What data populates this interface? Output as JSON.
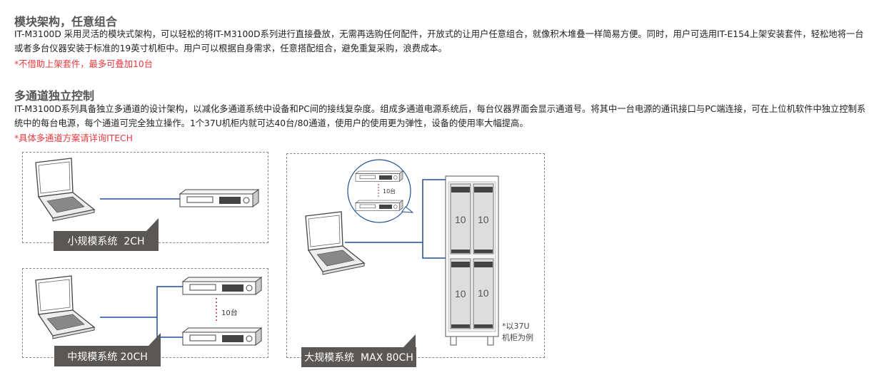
{
  "section1": {
    "title": "模块架构，任意组合",
    "body": "IT-M3100D 采用灵活的模块式架构，可以轻松的将IT-M3100D系列进行直接叠放，无需再选购任何配件，开放式的让用户任意组合，就像积木堆叠一样简易方便。同时，用户可选用IT-E154上架安装套件，轻松地将一台或者多台仪器安装于标准的19英寸机柜中。用户可以根据自身需求，任意搭配组合，避免重复采购，浪费成本。",
    "note": "*不借助上架套件，最多可叠加10台"
  },
  "section2": {
    "title": "多通道独立控制",
    "body": "IT-M3100D系列具备独立多通道的设计架构，以减化多通道系统中设备和PC间的接线复杂度。组成多通道电源系统后，每台仪器界面会显示通道号。将其中一台电源的通讯接口与PC端连接，可在上位机软件中独立控制系统中的每台电源，每个通道可完全独立操作。1个37U机柜内就可达40台/80通道，使用户的使用更为弹性，设备的使用率大幅提高。",
    "note": "*具体多通道方案请详询ITECH"
  },
  "diagram": {
    "small_label": "小规模系统  2CH",
    "medium_label": "中规模系统 20CH",
    "medium_count": "10台",
    "large_label": "大规模系统  MAX 80CH",
    "large_zoom_count": "10台",
    "rack_counts": [
      "10",
      "10",
      "10",
      "10"
    ],
    "rack_note_1": "*以37U",
    "rack_note_2": "机柜为例",
    "line_color": "#1f4f9a"
  }
}
